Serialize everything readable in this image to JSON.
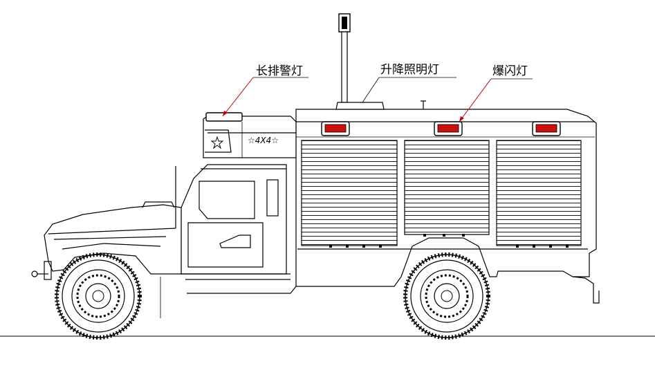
{
  "labels": {
    "light_bar": "长排警灯",
    "lift_light": "升降照明灯",
    "strobe_light": "爆闪灯"
  },
  "vehicle_badge": "☆4X4☆",
  "colors": {
    "line": "#000000",
    "leader": "#c00000",
    "strobe": "#cc1111",
    "background": "#ffffff"
  }
}
